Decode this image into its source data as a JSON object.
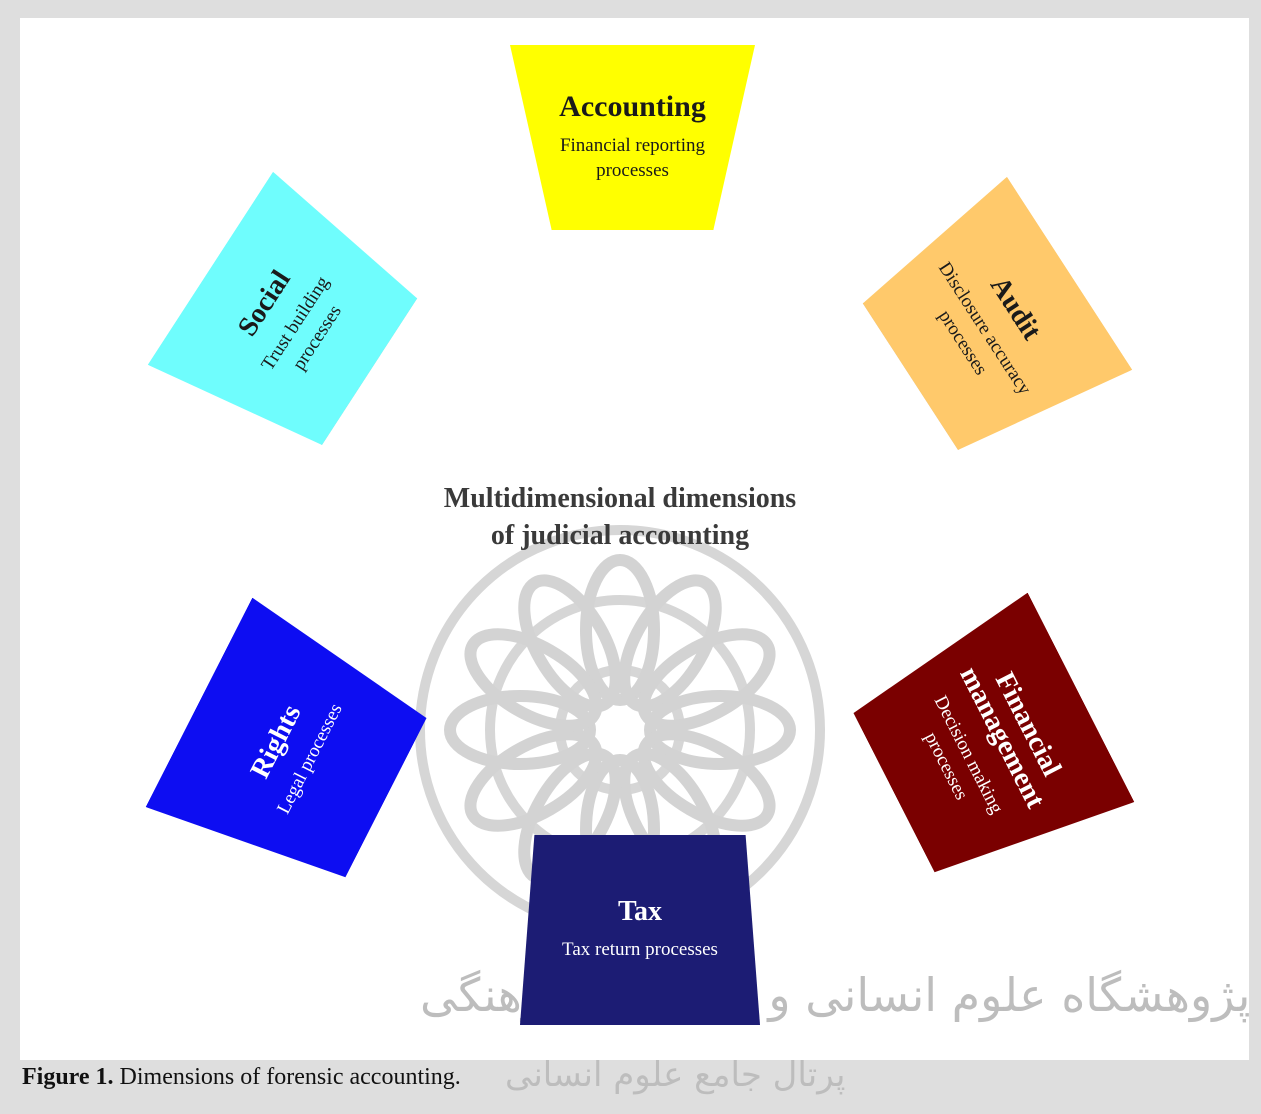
{
  "diagram": {
    "center_label": "Multidimensional dimensions of judicial accounting",
    "nodes": [
      {
        "title": "Accounting",
        "subtitle": "Financial reporting processes",
        "color": "#ffff00",
        "text_color": "#1a1a1a"
      },
      {
        "title": "Audit",
        "subtitle": "Disclosure accuracy processes",
        "color": "#ffc96b",
        "text_color": "#1a1a1a"
      },
      {
        "title": "Financial management",
        "subtitle": "Decision making processes",
        "color": "#7a0000",
        "text_color": "#ffffff"
      },
      {
        "title": "Tax",
        "subtitle": "Tax return processes",
        "color": "#1c1c74",
        "text_color": "#ffffff"
      },
      {
        "title": "Rights",
        "subtitle": "Legal processes",
        "color": "#0d0df2",
        "text_color": "#ffffff"
      },
      {
        "title": "Social",
        "subtitle": "Trust building processes",
        "color": "#6ffdfd",
        "text_color": "#1a1a1a"
      }
    ]
  },
  "caption": {
    "label": "Figure 1.",
    "text": " Dimensions of forensic accounting."
  },
  "watermark": {
    "line1": "پژوهشگاه علوم انسانی و مطالعات فرهنگی",
    "line2": "پرتال جامع علوم انسانی"
  }
}
